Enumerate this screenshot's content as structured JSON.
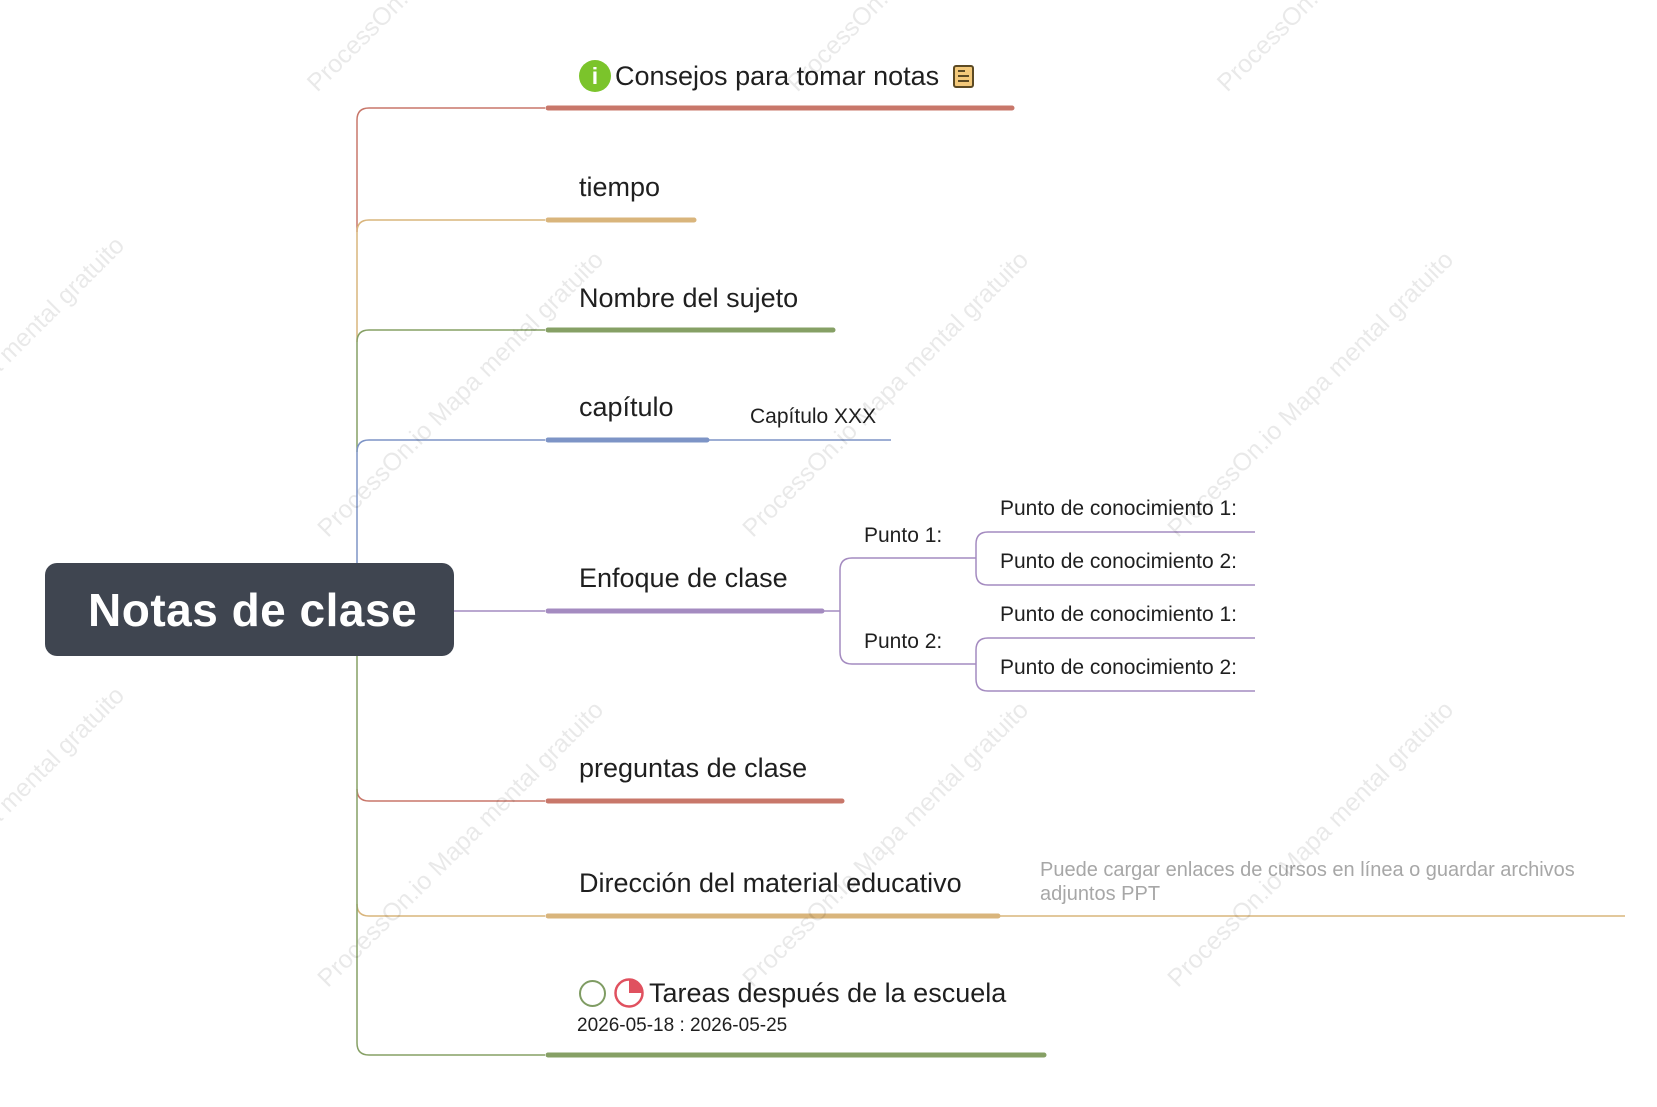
{
  "root": {
    "label": "Notas de clase"
  },
  "topics": {
    "consejos": {
      "label": "Consejos para tomar notas",
      "icons": [
        "info-icon",
        "note-icon"
      ]
    },
    "tiempo": {
      "label": "tiempo"
    },
    "sujeto": {
      "label": "Nombre del sujeto"
    },
    "capitulo": {
      "label": "capítulo",
      "child": "Capítulo XXX"
    },
    "enfoque": {
      "label": "Enfoque de clase",
      "punto1": {
        "label": "Punto 1:",
        "children": [
          "Punto de conocimiento 1:",
          "Punto de conocimiento 2:"
        ]
      },
      "punto2": {
        "label": "Punto 2:",
        "children": [
          "Punto de conocimiento 1:",
          "Punto de conocimiento 2:"
        ]
      }
    },
    "preguntas": {
      "label": "preguntas de clase"
    },
    "direccion": {
      "label": "Dirección del material educativo",
      "note": "Puede cargar enlaces de cursos en línea o guardar archivos adjuntos PPT"
    },
    "tareas": {
      "label": "Tareas después de la escuela",
      "dates": "2026-05-18 : 2026-05-25",
      "icons": [
        "progress-empty-icon",
        "progress-quarter-icon"
      ]
    }
  },
  "watermark": {
    "brand": "ProcessOn.io",
    "text": "Mapa mental gratuito"
  },
  "colors": {
    "root": "#3f4550",
    "consejos": "#c8776a",
    "tiempo": "#d9b57c",
    "sujeto": "#86a065",
    "capitulo": "#7d94c6",
    "enfoque": "#a48bc0",
    "preguntas": "#c8776a",
    "direccion": "#d9b57c",
    "tareas": "#86a065"
  }
}
